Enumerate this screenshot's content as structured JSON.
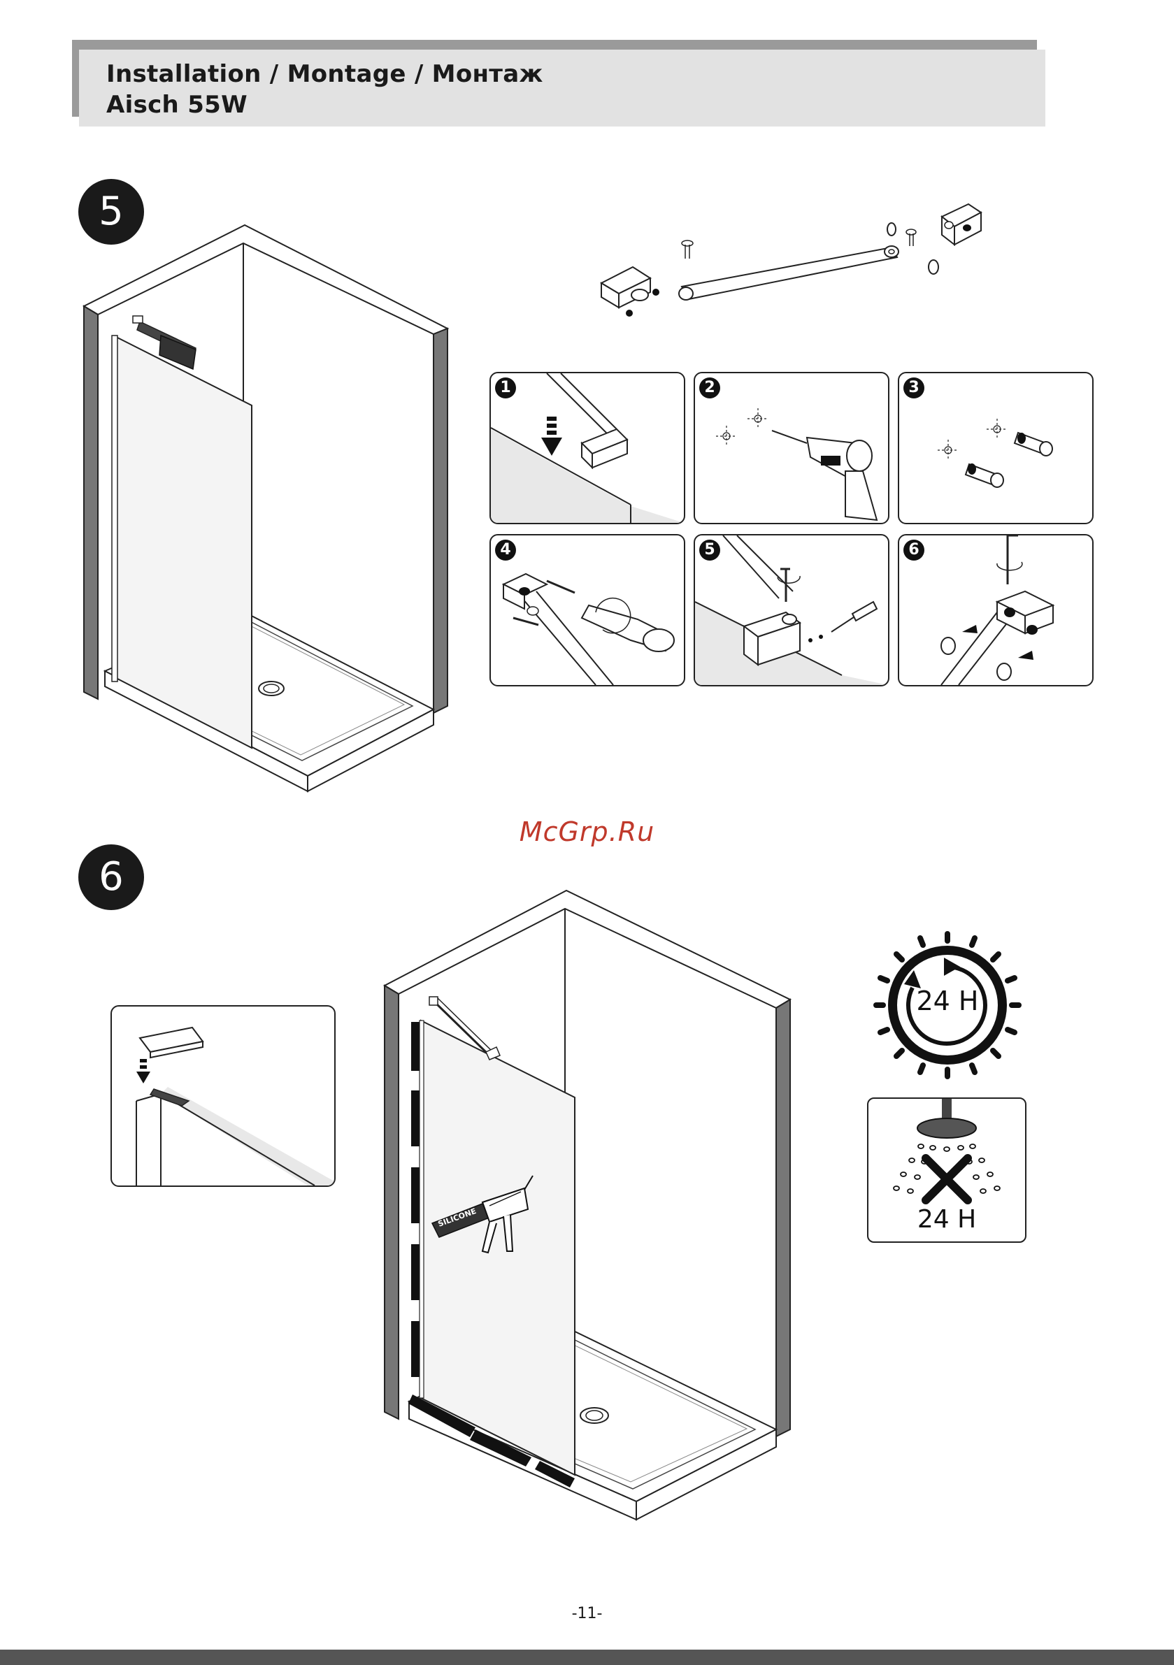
{
  "header": {
    "line1": "Installation / Montage / Монтаж",
    "line2": "Aisch 55W"
  },
  "steps": [
    {
      "number": "5"
    },
    {
      "number": "6"
    }
  ],
  "substeps": [
    "1",
    "2",
    "3",
    "4",
    "5",
    "6"
  ],
  "cure_time_label": "24 H",
  "no_shower_label": "24 H",
  "silicone_label": "SILICONE",
  "watermark": "McGrp.Ru",
  "page_number": "-11-"
}
